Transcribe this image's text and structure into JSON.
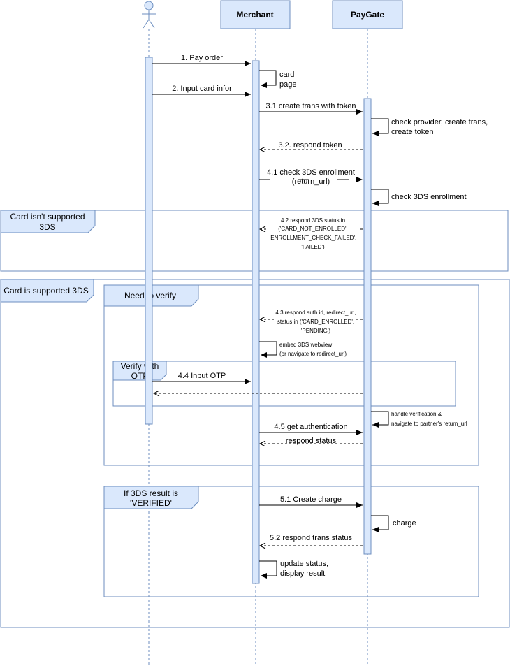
{
  "participants": {
    "merchant": "Merchant",
    "paygate": "PayGate"
  },
  "colors": {
    "box_fill": "#dae8fc",
    "box_stroke": "#6c8ebf",
    "line": "#000000",
    "lifeline": "#6c8ebf"
  },
  "messages": {
    "m1": "1. Pay order",
    "self_card_1": "card",
    "self_card_2": "page",
    "m2": "2. Input card infor",
    "m31": "3.1 create trans with token",
    "self_check_1": "check provider, create trans,",
    "self_check_2": "create token",
    "m32": "3.2. respond token",
    "m41_1": "4.1 check 3DS enrollment",
    "m41_2": "(return_url)",
    "self_3ds": "check 3DS enrollment",
    "m42_1": "4.2 respond 3DS status in",
    "m42_2": "('CARD_NOT_ENROLLED',",
    "m42_3": "'ENROLLMENT_CHECK_FAILED',",
    "m42_4": "'FAILED')",
    "m43_1": "4.3 respond auth id, redirect_url,",
    "m43_2": "status in ('CARD_ENROLLED',",
    "m43_3": "'PENDING')",
    "self_embed_1": "embed 3DS webview",
    "self_embed_2": "(or navigate to redirect_url)",
    "m44": "4.4 Input OTP",
    "self_handle_1": "handle verification &",
    "self_handle_2": "navigate to partner's return_url",
    "m45": "4.5 get authentication",
    "m45r": "respond status",
    "m51": "5.1 Create charge",
    "self_charge": "charge",
    "m52": "5.2 respond trans status",
    "self_update_1": "update status,",
    "self_update_2": "display result"
  },
  "frames": {
    "not_supported_1": "Card isn't supported",
    "not_supported_2": "3DS",
    "supported": "Card is supported 3DS",
    "need_verify": "Need to verify",
    "otp_1": "Verify with",
    "otp_2": "OTP",
    "verified_1": "If 3DS result is",
    "verified_2": "'VERIFIED'"
  }
}
